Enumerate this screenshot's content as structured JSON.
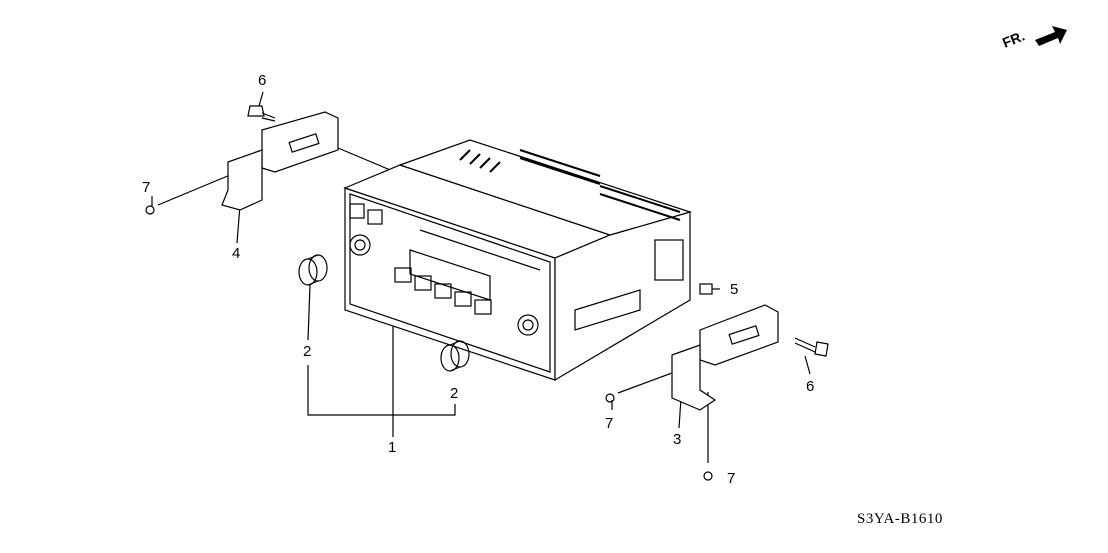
{
  "diagram": {
    "part_code": "S3YA-B1610",
    "direction_label": "FR.",
    "callouts": [
      {
        "id": "callout-6-top",
        "text": "6"
      },
      {
        "id": "callout-7-left",
        "text": "7"
      },
      {
        "id": "callout-4",
        "text": "4"
      },
      {
        "id": "callout-2-left",
        "text": "2"
      },
      {
        "id": "callout-2-right",
        "text": "2"
      },
      {
        "id": "callout-1",
        "text": "1"
      },
      {
        "id": "callout-5",
        "text": "5"
      },
      {
        "id": "callout-6-right",
        "text": "6"
      },
      {
        "id": "callout-7-mid",
        "text": "7"
      },
      {
        "id": "callout-3",
        "text": "3"
      },
      {
        "id": "callout-7-bottom",
        "text": "7"
      }
    ]
  }
}
